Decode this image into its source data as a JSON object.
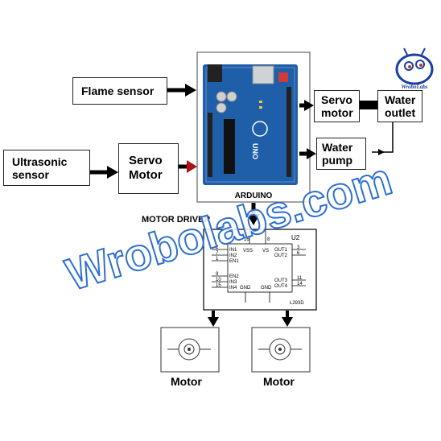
{
  "blocks": {
    "flame": "Flame sensor",
    "ultrasonic": "Ultrasonic sensor",
    "servo_in": "Servo Motor",
    "servo_out": "Servo motor",
    "water_outlet": "Water outlet",
    "water_pump": "Water pump",
    "motor1": "Motor",
    "motor2": "Motor"
  },
  "arduino": {
    "caption": "ARDUINO",
    "board_text": "UNO"
  },
  "motor_driver": {
    "title": "MOTOR DRIVER",
    "part_ref": "U2",
    "part_name": "L293D",
    "top_pins": [
      "16",
      "8"
    ],
    "left_pin_numbers": [
      "2",
      "7",
      "1",
      "9",
      "10",
      "15"
    ],
    "left_pin_labels": [
      "IN1",
      "IN2",
      "EN1",
      "EN2",
      "IN3",
      "IN4"
    ],
    "right_pin_numbers": [
      "3",
      "6",
      "11",
      "14"
    ],
    "right_pin_labels": [
      "OUT1",
      "OUT2",
      "OUT3",
      "OUT4"
    ],
    "supply_labels": [
      "VSS",
      "VS"
    ],
    "ground_labels": [
      "GND",
      "GND"
    ]
  },
  "watermark": "Wrobolabs.com",
  "logo_text": "WroboLabs",
  "colors": {
    "arrow": "#000000",
    "watermark_fill": "#ffffff",
    "watermark_stroke": "#2f6fd0",
    "board_blue": "#1f5ea8",
    "red_arrow": "#b01010"
  }
}
